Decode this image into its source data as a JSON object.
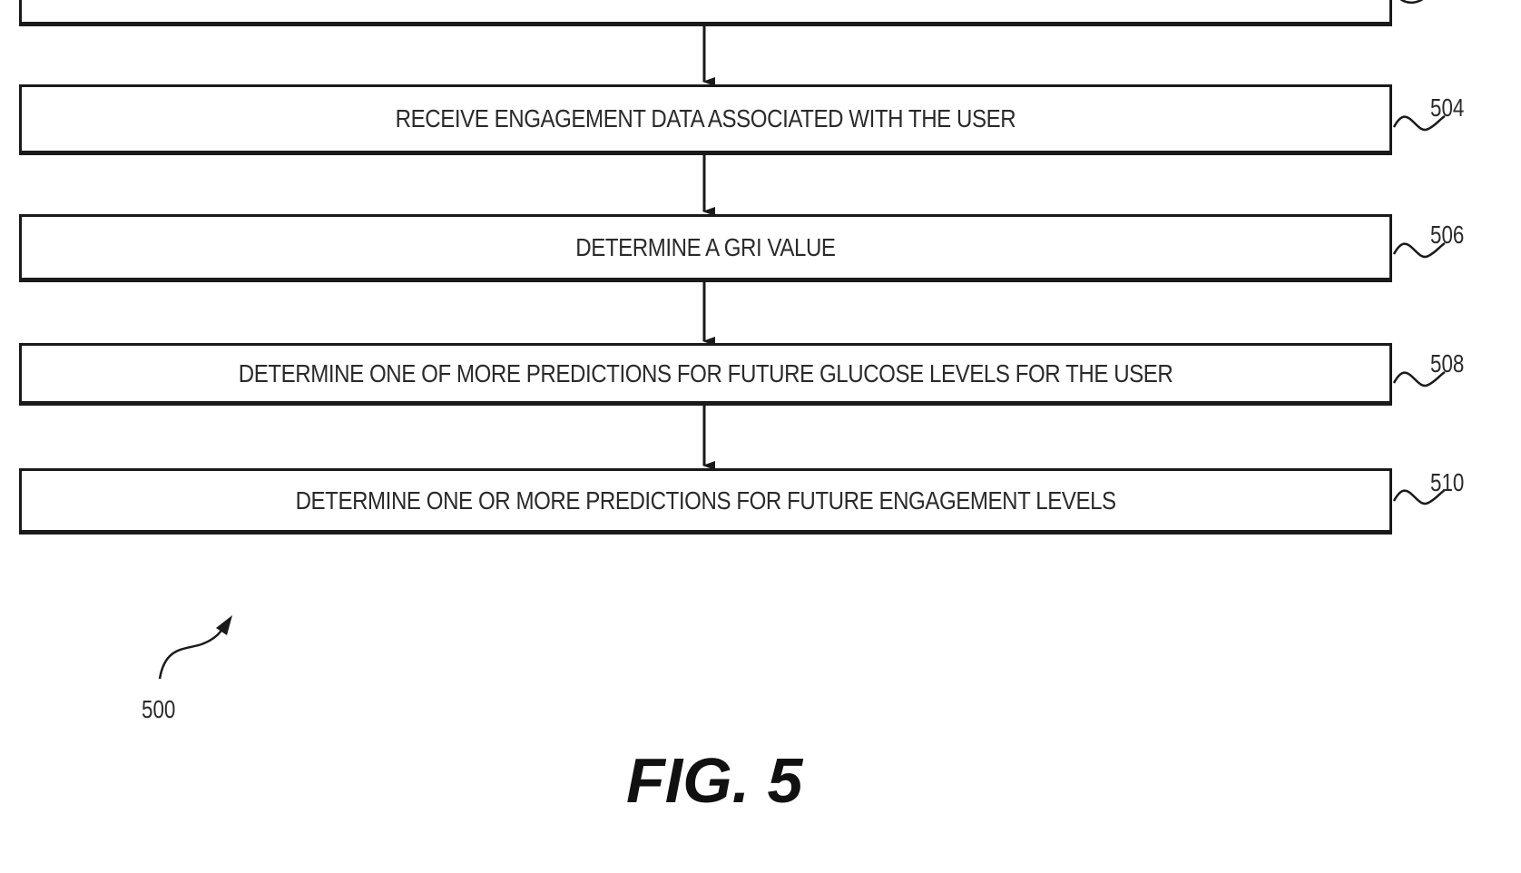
{
  "figure": {
    "steps": [
      {
        "text": "",
        "ref": ""
      },
      {
        "text": "RECEIVE ENGAGEMENT DATA ASSOCIATED WITH THE USER",
        "ref": "504"
      },
      {
        "text": "DETERMINE A GRI VALUE",
        "ref": "506"
      },
      {
        "text": "DETERMINE ONE OF MORE PREDICTIONS FOR FUTURE GLUCOSE LEVELS FOR THE USER",
        "ref": "508"
      },
      {
        "text": "DETERMINE ONE OR MORE PREDICTIONS FOR FUTURE ENGAGEMENT LEVELS",
        "ref": "510"
      }
    ],
    "diagram_ref": "500",
    "title": "FIG. 5"
  }
}
